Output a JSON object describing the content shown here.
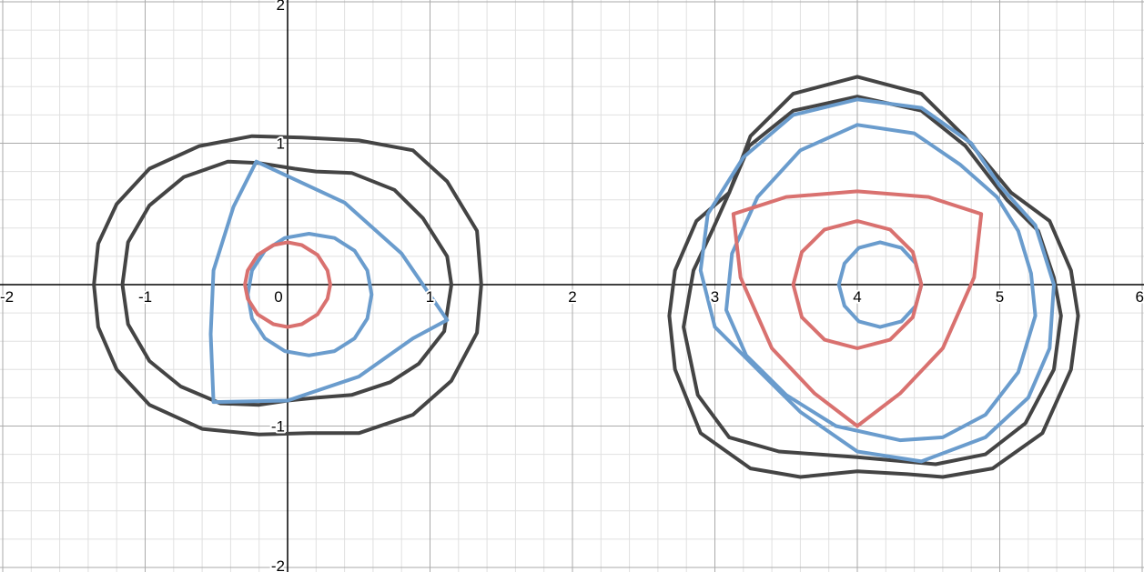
{
  "chart_data": {
    "type": "line",
    "title": "",
    "xlabel": "",
    "ylabel": "",
    "xlim": [
      -2,
      6
    ],
    "ylim": [
      -2,
      2
    ],
    "grid": true,
    "minor_grid_step": 0.2,
    "major_grid_step": 1,
    "colors": {
      "black": "#444444",
      "blue": "#6a9ccd",
      "red": "#d9716f"
    },
    "x_tick_labels": [
      {
        "value": -2,
        "label": "-2"
      },
      {
        "value": -1,
        "label": "-1"
      },
      {
        "value": 0,
        "label": "0"
      },
      {
        "value": 1,
        "label": "1"
      },
      {
        "value": 2,
        "label": "2"
      },
      {
        "value": 3,
        "label": "3"
      },
      {
        "value": 4,
        "label": "4"
      },
      {
        "value": 5,
        "label": "5"
      },
      {
        "value": 6,
        "label": "6"
      }
    ],
    "y_tick_labels": [
      {
        "value": 2,
        "label": "2"
      },
      {
        "value": 1,
        "label": "1"
      },
      {
        "value": -1,
        "label": "-1"
      },
      {
        "value": -2,
        "label": "-2"
      }
    ],
    "series": [
      {
        "color": "black",
        "points": [
          [
            -1.36,
            0.0
          ],
          [
            -1.33,
            0.29
          ],
          [
            -1.2,
            0.57
          ],
          [
            -0.97,
            0.82
          ],
          [
            -0.62,
            0.98
          ],
          [
            -0.25,
            1.05
          ],
          [
            0.1,
            1.04
          ],
          [
            0.5,
            1.02
          ],
          [
            0.88,
            0.95
          ],
          [
            1.12,
            0.73
          ],
          [
            1.33,
            0.38
          ],
          [
            1.36,
            0.0
          ],
          [
            1.33,
            -0.34
          ],
          [
            1.15,
            -0.68
          ],
          [
            0.88,
            -0.92
          ],
          [
            0.5,
            -1.05
          ],
          [
            0.15,
            -1.05
          ],
          [
            -0.2,
            -1.06
          ],
          [
            -0.6,
            -1.02
          ],
          [
            -0.97,
            -0.85
          ],
          [
            -1.2,
            -0.6
          ],
          [
            -1.33,
            -0.3
          ],
          [
            -1.36,
            0.0
          ]
        ]
      },
      {
        "color": "black",
        "points": [
          [
            -1.16,
            0.0
          ],
          [
            -1.12,
            0.3
          ],
          [
            -0.97,
            0.56
          ],
          [
            -0.73,
            0.76
          ],
          [
            -0.42,
            0.87
          ],
          [
            -0.2,
            0.86
          ],
          [
            0.05,
            0.82
          ],
          [
            0.2,
            0.8
          ],
          [
            0.45,
            0.79
          ],
          [
            0.75,
            0.67
          ],
          [
            0.95,
            0.47
          ],
          [
            1.12,
            0.2
          ],
          [
            1.15,
            0.0
          ],
          [
            1.1,
            -0.33
          ],
          [
            0.92,
            -0.56
          ],
          [
            0.72,
            -0.69
          ],
          [
            0.45,
            -0.78
          ],
          [
            0.2,
            -0.8
          ],
          [
            0.0,
            -0.82
          ],
          [
            -0.2,
            -0.85
          ],
          [
            -0.47,
            -0.84
          ],
          [
            -0.75,
            -0.72
          ],
          [
            -0.97,
            -0.54
          ],
          [
            -1.12,
            -0.28
          ],
          [
            -1.16,
            0.0
          ]
        ]
      },
      {
        "color": "blue",
        "points": [
          [
            -0.22,
            0.87
          ],
          [
            -0.38,
            0.55
          ],
          [
            -0.52,
            0.1
          ],
          [
            -0.54,
            -0.35
          ],
          [
            -0.52,
            -0.83
          ],
          [
            0.0,
            -0.82
          ],
          [
            0.5,
            -0.65
          ],
          [
            0.88,
            -0.38
          ],
          [
            1.12,
            -0.25
          ],
          [
            0.8,
            0.22
          ],
          [
            0.4,
            0.58
          ],
          [
            -0.22,
            0.87
          ]
        ]
      },
      {
        "color": "blue",
        "points": [
          [
            0.59,
            -0.07
          ],
          [
            0.56,
            0.1
          ],
          [
            0.47,
            0.24
          ],
          [
            0.33,
            0.33
          ],
          [
            0.15,
            0.36
          ],
          [
            -0.02,
            0.33
          ],
          [
            -0.16,
            0.24
          ],
          [
            -0.25,
            0.1
          ],
          [
            -0.28,
            -0.07
          ],
          [
            -0.25,
            -0.24
          ],
          [
            -0.16,
            -0.38
          ],
          [
            -0.02,
            -0.47
          ],
          [
            0.15,
            -0.5
          ],
          [
            0.33,
            -0.47
          ],
          [
            0.47,
            -0.38
          ],
          [
            0.56,
            -0.24
          ],
          [
            0.59,
            -0.07
          ]
        ]
      },
      {
        "color": "red",
        "points": [
          [
            0.3,
            0.0
          ],
          [
            0.28,
            0.1
          ],
          [
            0.21,
            0.21
          ],
          [
            0.1,
            0.28
          ],
          [
            0.0,
            0.3
          ],
          [
            -0.1,
            0.28
          ],
          [
            -0.21,
            0.21
          ],
          [
            -0.28,
            0.1
          ],
          [
            -0.3,
            0.0
          ],
          [
            -0.28,
            -0.1
          ],
          [
            -0.21,
            -0.21
          ],
          [
            -0.1,
            -0.28
          ],
          [
            0.0,
            -0.3
          ],
          [
            0.1,
            -0.28
          ],
          [
            0.21,
            -0.21
          ],
          [
            0.28,
            -0.1
          ],
          [
            0.3,
            0.0
          ]
        ]
      },
      {
        "color": "black",
        "points": [
          [
            3.1,
            0.65
          ],
          [
            3.25,
            1.05
          ],
          [
            3.55,
            1.35
          ],
          [
            4.0,
            1.47
          ],
          [
            4.45,
            1.35
          ],
          [
            4.75,
            1.05
          ],
          [
            5.08,
            0.65
          ],
          [
            5.35,
            0.45
          ],
          [
            5.5,
            0.1
          ],
          [
            5.55,
            -0.22
          ],
          [
            5.5,
            -0.6
          ],
          [
            5.3,
            -1.05
          ],
          [
            4.95,
            -1.3
          ],
          [
            4.6,
            -1.36
          ],
          [
            4.35,
            -1.34
          ],
          [
            4.0,
            -1.32
          ],
          [
            3.6,
            -1.36
          ],
          [
            3.25,
            -1.3
          ],
          [
            2.9,
            -1.05
          ],
          [
            2.72,
            -0.6
          ],
          [
            2.68,
            -0.22
          ],
          [
            2.72,
            0.1
          ],
          [
            2.87,
            0.45
          ],
          [
            3.1,
            0.65
          ]
        ]
      },
      {
        "color": "black",
        "points": [
          [
            3.1,
            0.65
          ],
          [
            3.24,
            0.98
          ],
          [
            3.55,
            1.23
          ],
          [
            4.0,
            1.33
          ],
          [
            4.45,
            1.23
          ],
          [
            4.76,
            0.98
          ],
          [
            5.05,
            0.6
          ],
          [
            5.27,
            0.38
          ],
          [
            5.38,
            0.05
          ],
          [
            5.43,
            -0.22
          ],
          [
            5.38,
            -0.6
          ],
          [
            5.18,
            -0.98
          ],
          [
            4.9,
            -1.2
          ],
          [
            4.55,
            -1.27
          ],
          [
            4.0,
            -1.22
          ],
          [
            3.45,
            -1.18
          ],
          [
            3.1,
            -1.08
          ],
          [
            2.88,
            -0.78
          ],
          [
            2.78,
            -0.3
          ],
          [
            2.85,
            0.1
          ],
          [
            2.98,
            0.38
          ],
          [
            3.1,
            0.65
          ]
        ]
      },
      {
        "color": "blue",
        "points": [
          [
            4.0,
            1.31
          ],
          [
            4.45,
            1.25
          ],
          [
            4.8,
            1.0
          ],
          [
            5.0,
            0.7
          ],
          [
            5.25,
            0.42
          ],
          [
            5.38,
            0.0
          ],
          [
            5.35,
            -0.45
          ],
          [
            5.2,
            -0.8
          ],
          [
            4.9,
            -1.08
          ],
          [
            4.45,
            -1.25
          ],
          [
            4.0,
            -1.18
          ],
          [
            3.6,
            -0.9
          ],
          [
            3.3,
            -0.6
          ],
          [
            3.0,
            -0.3
          ],
          [
            2.9,
            0.1
          ],
          [
            2.95,
            0.5
          ],
          [
            3.2,
            0.9
          ],
          [
            3.55,
            1.2
          ],
          [
            4.0,
            1.31
          ]
        ]
      },
      {
        "color": "blue",
        "points": [
          [
            4.0,
            1.13
          ],
          [
            4.4,
            1.07
          ],
          [
            4.72,
            0.85
          ],
          [
            4.98,
            0.62
          ],
          [
            5.13,
            0.38
          ],
          [
            5.22,
            0.08
          ],
          [
            5.25,
            -0.22
          ],
          [
            5.13,
            -0.62
          ],
          [
            4.9,
            -0.92
          ],
          [
            4.6,
            -1.08
          ],
          [
            4.3,
            -1.1
          ],
          [
            3.85,
            -1.0
          ],
          [
            3.5,
            -0.78
          ],
          [
            3.22,
            -0.5
          ],
          [
            3.08,
            -0.18
          ],
          [
            3.12,
            0.22
          ],
          [
            3.3,
            0.62
          ],
          [
            3.6,
            0.95
          ],
          [
            4.0,
            1.13
          ]
        ]
      },
      {
        "color": "blue",
        "points": [
          [
            4.45,
            0.0
          ],
          [
            4.41,
            0.15
          ],
          [
            4.31,
            0.26
          ],
          [
            4.16,
            0.3
          ],
          [
            4.01,
            0.26
          ],
          [
            3.91,
            0.15
          ],
          [
            3.87,
            0.0
          ],
          [
            3.91,
            -0.15
          ],
          [
            4.01,
            -0.26
          ],
          [
            4.16,
            -0.3
          ],
          [
            4.31,
            -0.26
          ],
          [
            4.41,
            -0.15
          ],
          [
            4.45,
            0.0
          ]
        ]
      },
      {
        "color": "red",
        "points": [
          [
            3.13,
            0.5
          ],
          [
            3.5,
            0.62
          ],
          [
            4.0,
            0.66
          ],
          [
            4.5,
            0.62
          ],
          [
            4.87,
            0.5
          ],
          [
            4.82,
            0.05
          ],
          [
            4.6,
            -0.45
          ],
          [
            4.3,
            -0.77
          ],
          [
            4.0,
            -1.0
          ],
          [
            3.7,
            -0.77
          ],
          [
            3.4,
            -0.45
          ],
          [
            3.18,
            0.05
          ],
          [
            3.13,
            0.5
          ]
        ]
      },
      {
        "color": "red",
        "points": [
          [
            4.45,
            0.0
          ],
          [
            4.39,
            0.23
          ],
          [
            4.23,
            0.39
          ],
          [
            4.0,
            0.45
          ],
          [
            3.77,
            0.39
          ],
          [
            3.61,
            0.23
          ],
          [
            3.55,
            0.0
          ],
          [
            3.61,
            -0.23
          ],
          [
            3.77,
            -0.39
          ],
          [
            4.0,
            -0.45
          ],
          [
            4.23,
            -0.39
          ],
          [
            4.39,
            -0.23
          ],
          [
            4.45,
            0.0
          ]
        ]
      }
    ]
  }
}
